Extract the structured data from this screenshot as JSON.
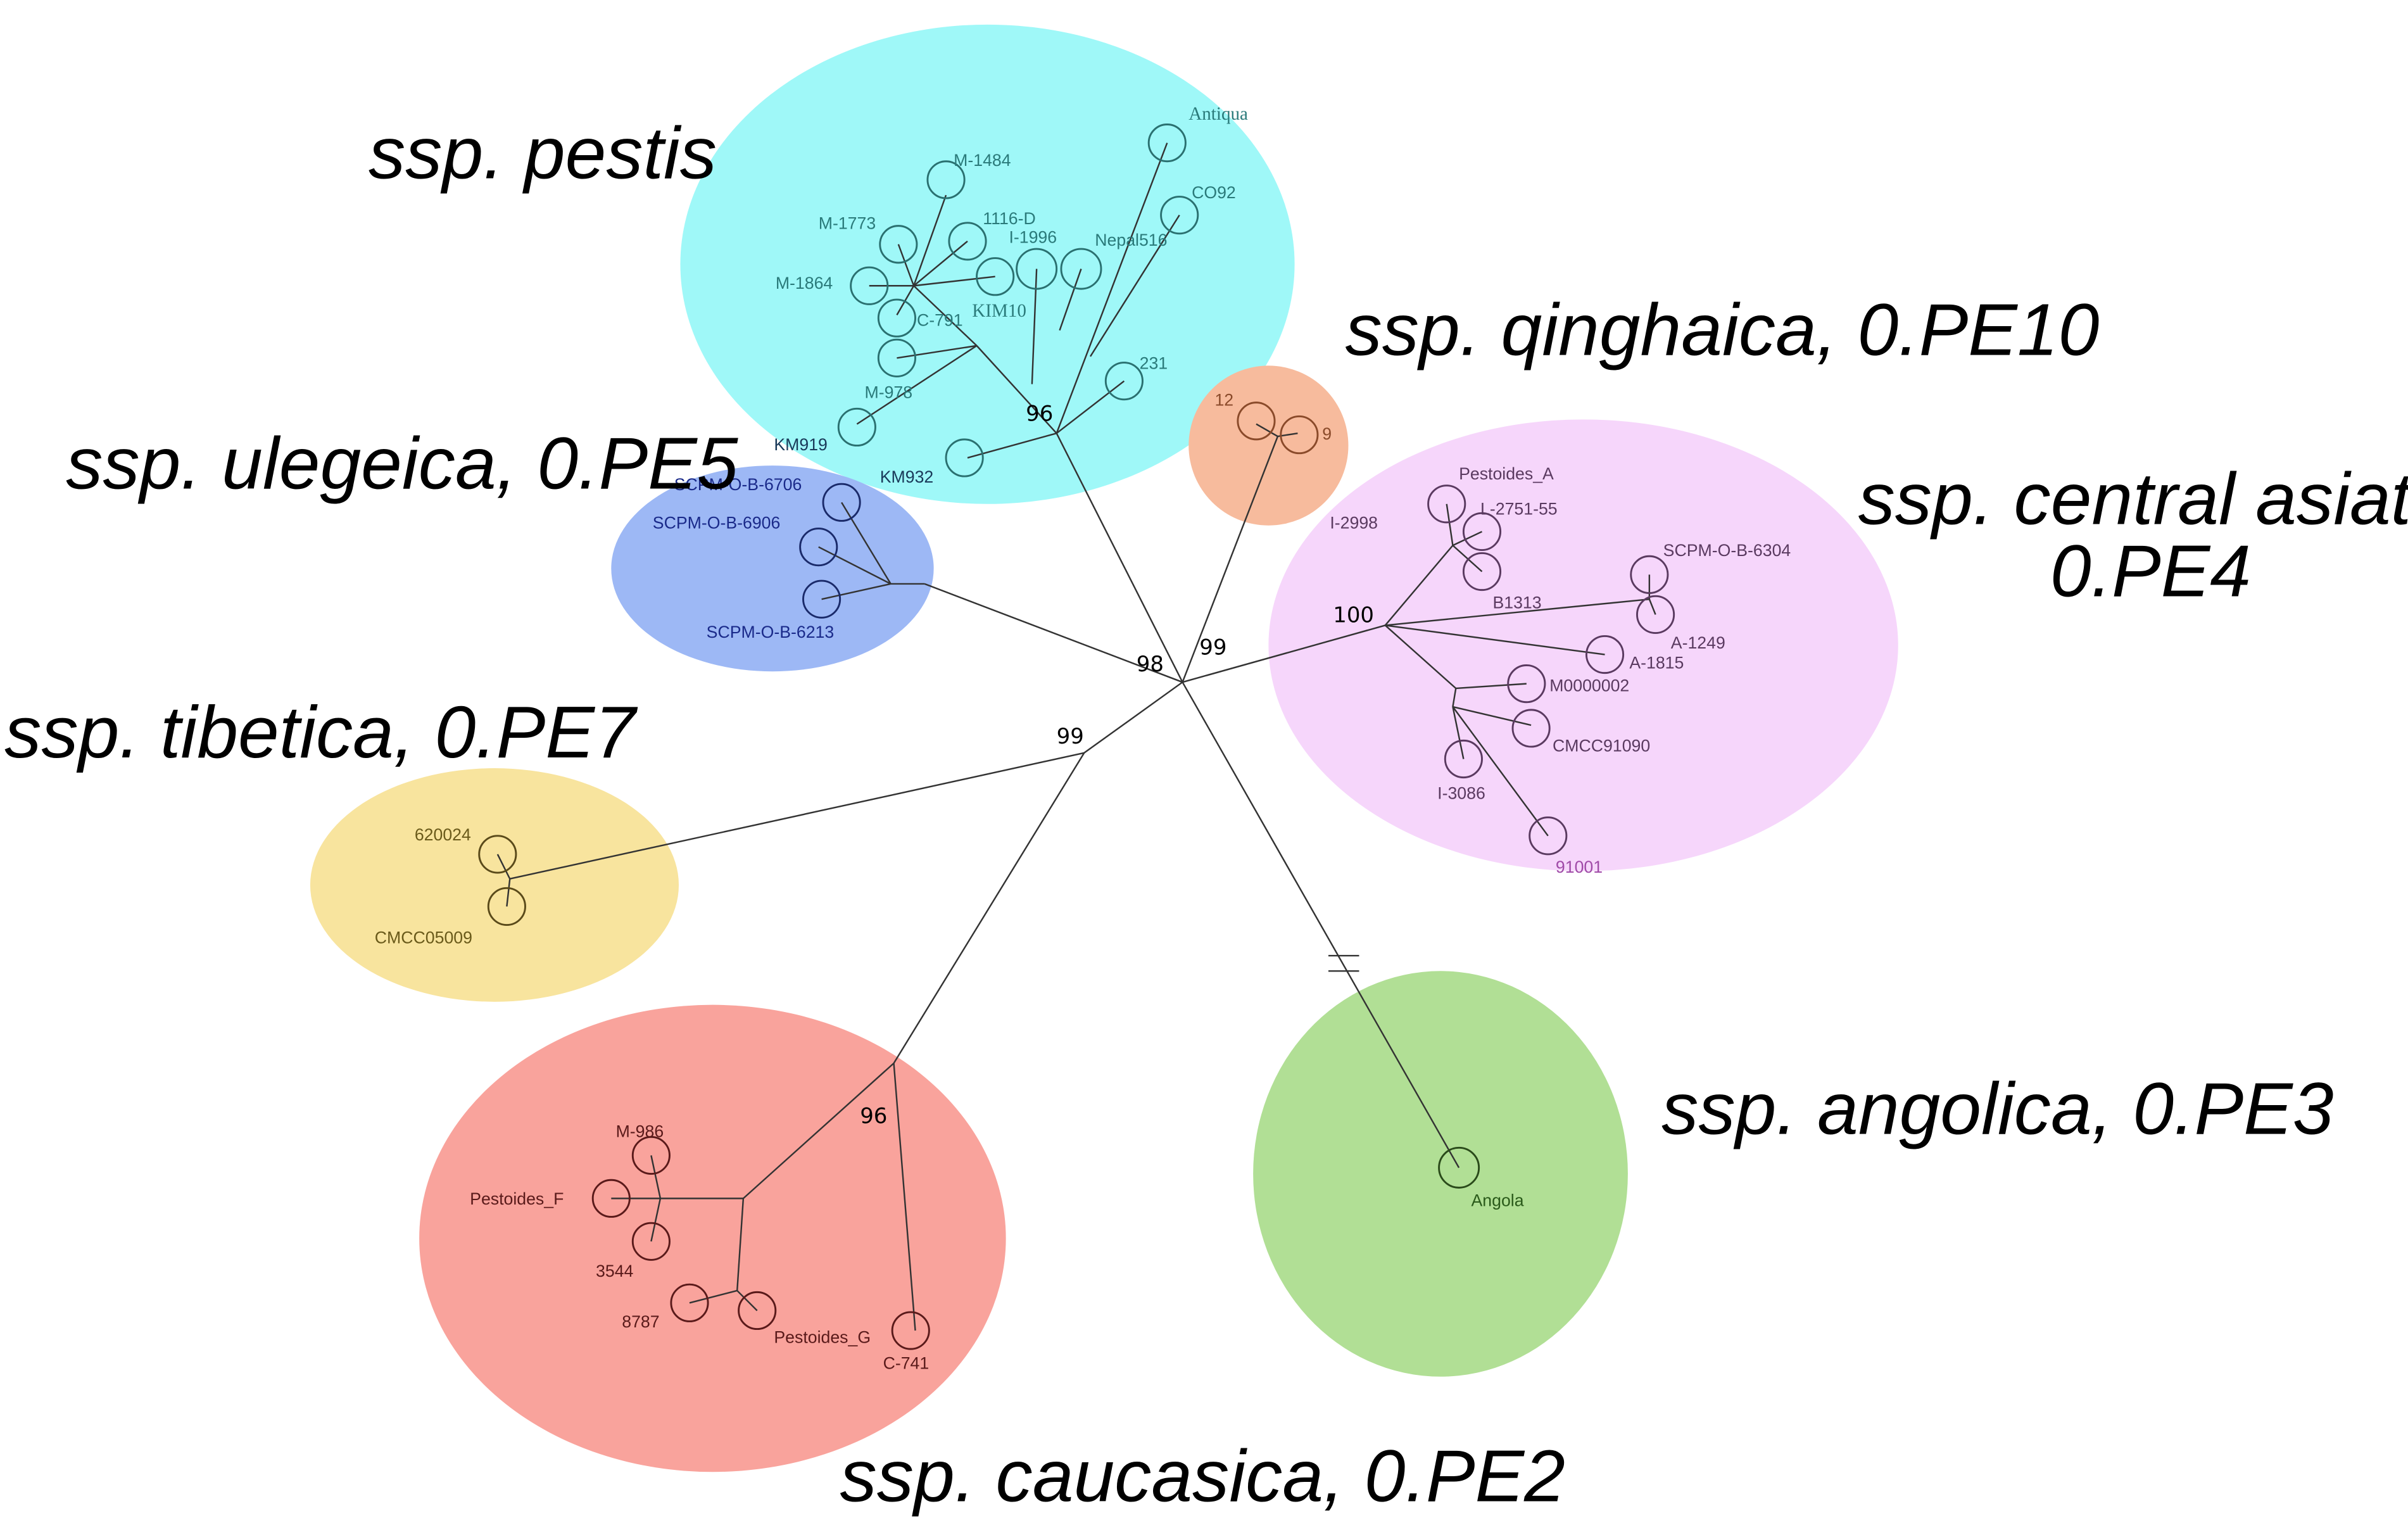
{
  "clades": {
    "pestis": {
      "title": "ssp. pestis",
      "fill": "#9ff8f8",
      "text": "#2a7a7a"
    },
    "qinghaica": {
      "title": "ssp. qinghaica, 0.PE10",
      "fill": "#f7bb9d",
      "text": "#8a4a2a"
    },
    "ulegeica": {
      "title": "ssp. ulegeica, 0.PE5",
      "fill": "#9db8f5",
      "text": "#1a2a8a"
    },
    "central_asiatica": {
      "title_line1": "ssp. central asiatica,",
      "title_line2": "0.PE4",
      "fill": "#f6d6fb",
      "text": "#5a3a60"
    },
    "tibetica": {
      "title": "ssp. tibetica, 0.PE7",
      "fill": "#f8e49e",
      "text": "#6a5a1a"
    },
    "caucasica": {
      "title": "ssp. caucasica, 0.PE2",
      "fill": "#f9a39c",
      "text": "#5a1a1a"
    },
    "angolica": {
      "title": "ssp. angolica, 0.PE3",
      "fill": "#b1df95",
      "text": "#2a5a1a"
    }
  },
  "leaves": {
    "antiqua": "Antiqua",
    "m1484": "M-1484",
    "co92": "CO92",
    "m1773": "M-1773",
    "n1116d": "1116-D",
    "i1996": "I-1996",
    "nepal516": "Nepal516",
    "m1864": "M-1864",
    "kim10": "KIM10",
    "c791": "C-791",
    "n231": "231",
    "m978": "M-978",
    "km919": "KM919",
    "km932": "KM932",
    "n12": "12",
    "n9": "9",
    "scpm6706": "SCPM-O-B-6706",
    "scpm6906": "SCPM-O-B-6906",
    "scpm6213": "SCPM-O-B-6213",
    "pestoidesA": "Pestoides_A",
    "i2998": "I-2998",
    "l275155": "L-2751-55",
    "scpm6304": "SCPM-O-B-6304",
    "b1313": "B1313",
    "a1249": "A-1249",
    "a1815": "A-1815",
    "m0000002": "M0000002",
    "cmcc91090": "CMCC91090",
    "i3086": "I-3086",
    "n91001": "91001",
    "n620024": "620024",
    "cmcc05009": "CMCC05009",
    "m986": "M-986",
    "pestoidesF": "Pestoides_F",
    "n3544": "3544",
    "n8787": "8787",
    "pestoidesG": "Pestoides_G",
    "c741": "C-741",
    "angola": "Angola"
  },
  "support_values": {
    "pestis_node": "96",
    "center_left": "98",
    "center_right": "99",
    "tibetica_node": "99",
    "central_asiatica_node": "100",
    "caucasica_node": "96"
  }
}
